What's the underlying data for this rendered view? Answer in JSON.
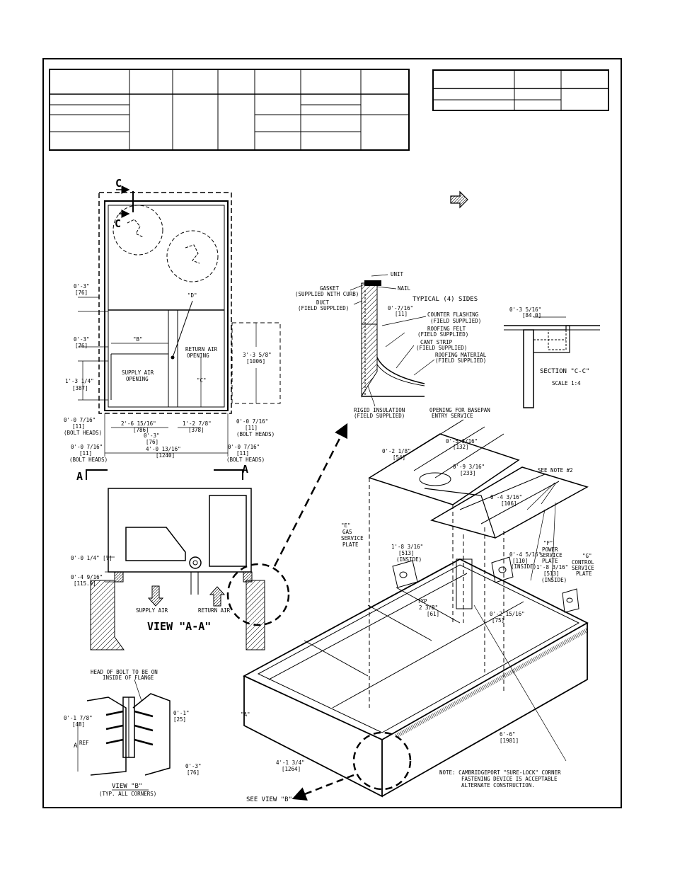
{
  "plan_view": {
    "section_mark": "C",
    "dim_d": "\"D\"",
    "dim_b": "\"B\"",
    "dim_c": "\"C\"",
    "return_air_opening": [
      "RETURN AIR",
      "OPENING"
    ],
    "supply_air_opening": [
      "SUPPLY AIR",
      "OPENING"
    ],
    "dims_left": [
      [
        "0'-3\"",
        "[76]"
      ],
      [
        "0'-3\"",
        "[76]"
      ],
      [
        "1'-3 1/4\"",
        "[387]"
      ],
      [
        "0'-0 7/16\"",
        "[11]",
        "(BOLT HEADS)"
      ],
      [
        "0'-0 7/16\"",
        "[11]",
        "(BOLT HEADS)"
      ]
    ],
    "dims_bottom": [
      [
        "2'-6 15/16\"",
        "[786]"
      ],
      [
        "1'-2 7/8\"",
        "[378]"
      ],
      [
        "0'-3\"",
        "[76]"
      ],
      [
        "4'-0 13/16\"",
        "[1240]"
      ]
    ],
    "dims_right": [
      [
        "3'-3 5/8\"",
        "[1006]"
      ],
      [
        "0'-0 7/16\"",
        "[11]",
        "(BOLT HEADS)"
      ],
      [
        "0'-0 7/16\"",
        "[11]",
        "(BOLT HEADS)"
      ]
    ],
    "section_a": "A"
  },
  "curb_detail": {
    "labels": [
      "UNIT",
      "GASKET",
      "(SUPPLIED WITH CURB)",
      "NAIL",
      "DUCT",
      "(FIELD SUPPLIED)",
      "TYPICAL (4) SIDES",
      "0'-7/16\"",
      "[11]",
      "COUNTER FLASHING",
      "(FIELD SUPPLIED)",
      "ROOFING FELT",
      "(FIELD SUPPLIED)",
      "CANT STRIP",
      "(FIELD SUPPLIED)",
      "ROOFING MATERIAL",
      "(FIELD SUPPLIED)",
      "RIGID INSULATION",
      "(FIELD SUPPLIED)"
    ]
  },
  "section_cc": {
    "dim": "0'-3 5/16\"",
    "dim_mm": "[84.0]",
    "title": "SECTION \"C-C\"",
    "scale": "SCALE 1:4"
  },
  "view_aa": {
    "title": "VIEW \"A-A\"",
    "dims": [
      [
        "0'-0 1/4\" [7]"
      ],
      [
        "0'-4 9/16\"",
        "[115.9]"
      ]
    ],
    "supply_air": "SUPPLY AIR",
    "return_air": "RETURN AIR"
  },
  "iso_view": {
    "labels": [
      "OPENING FOR BASEPAN",
      "ENTRY SERVICE",
      "0'-2 1/8\"",
      "[54]",
      "0'-5 3/16\"",
      "[132]",
      "0'-9 3/16\"",
      "[233]",
      "SEE NOTE #2",
      "0'-4 3/16\"",
      "[106]",
      "\"E\"",
      "GAS",
      "SERVICE",
      "PLATE",
      "1'-8 3/16\"",
      "[513]",
      "(INSIDE)",
      "\"F\"",
      "POWER",
      "SERVICE",
      "PLATE",
      "0'-4 5/16\"",
      "[110]",
      "(INSIDE)",
      "\"G\"",
      "CONTROL",
      "SERVICE",
      "PLATE",
      "1'-8 3/16\"",
      "[513]",
      "(INSIDE)",
      "TYP",
      "2 3/8\"",
      "[61]",
      "0'-2 15/16\"",
      "[75]",
      "\"A\"",
      "6'-6\"",
      "[1981]",
      "4'-1 3/4\"",
      "[1264]",
      "SEE VIEW \"B\""
    ],
    "note": [
      "NOTE: CAMBRIDGEPORT \"SURE-LOCK\" CORNER",
      "FASTENING DEVICE IS ACCEPTABLE",
      "ALTERNATE CONSTRUCTION."
    ]
  },
  "view_b": {
    "head_of_bolt": [
      "HEAD OF BOLT TO BE ON",
      "INSIDE OF FLANGE"
    ],
    "dims": [
      [
        "0'-1 7/8\"",
        "[48]"
      ],
      [
        "0'-1\"",
        "[25]"
      ],
      [
        "0'-3\"",
        "[76]"
      ]
    ],
    "ref": "REF",
    "a": "A",
    "title": "VIEW \"B\"",
    "subtitle": "(TYP. ALL CORNERS)"
  }
}
